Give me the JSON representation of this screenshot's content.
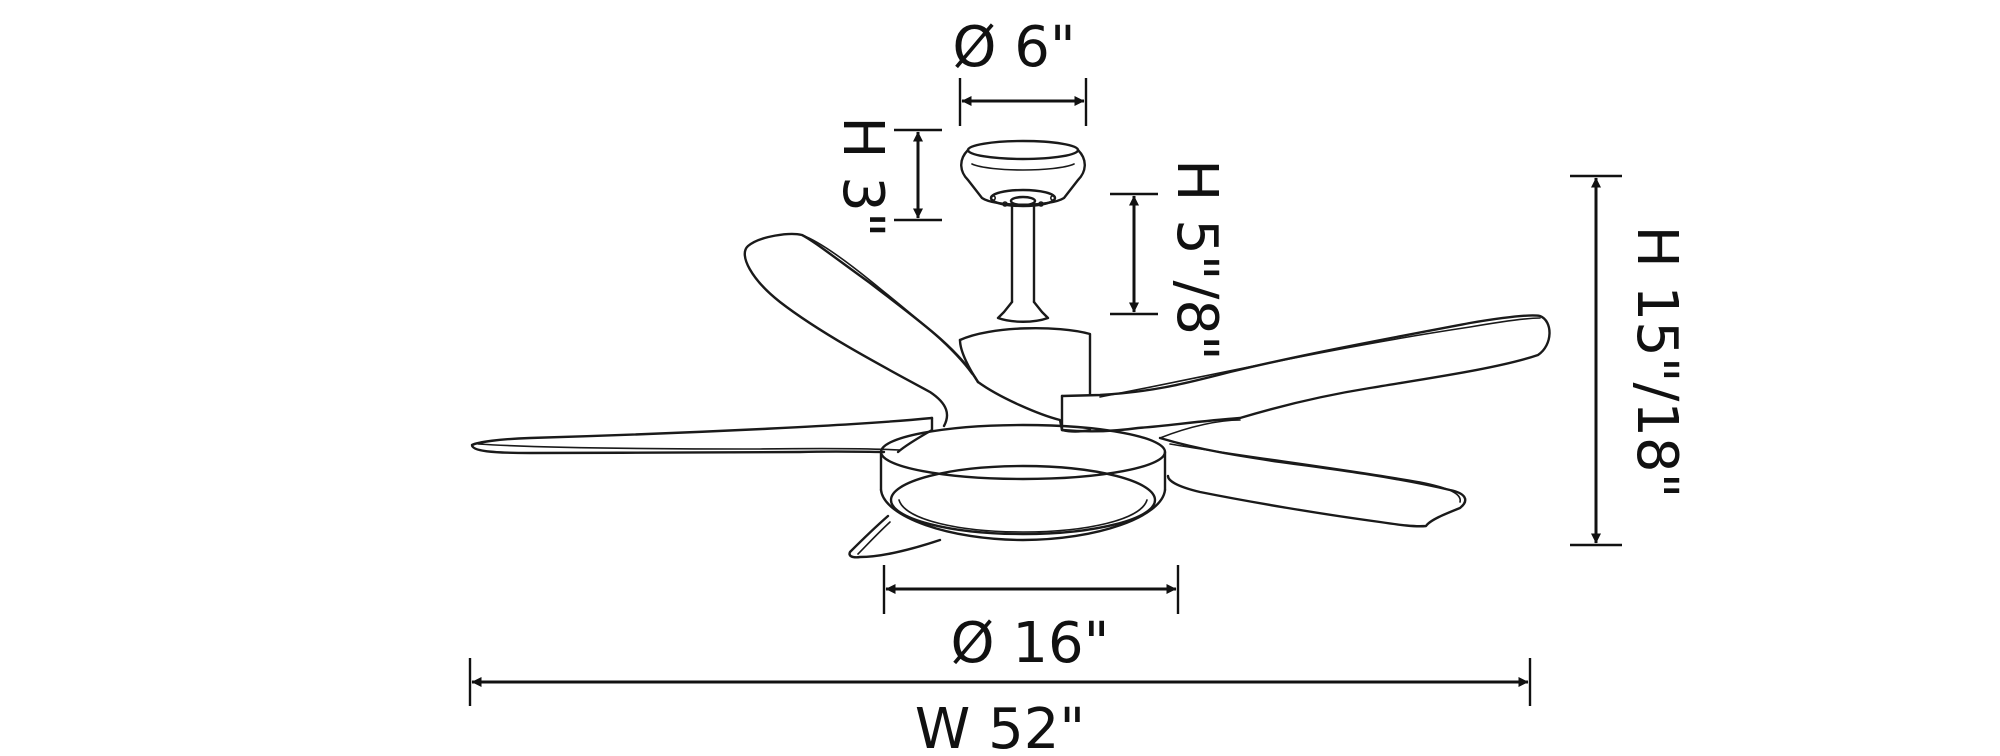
{
  "colors": {
    "line": "#1a1a1a",
    "background": "#ffffff"
  },
  "dimensions": {
    "canopy_diameter": "Ø 6\"",
    "canopy_height": "H 3\"",
    "downrod_height": "H 5\"/8\"",
    "light_diameter": "Ø 16\"",
    "total_height": "H 15\"/18\"",
    "total_width": "W 52\""
  }
}
